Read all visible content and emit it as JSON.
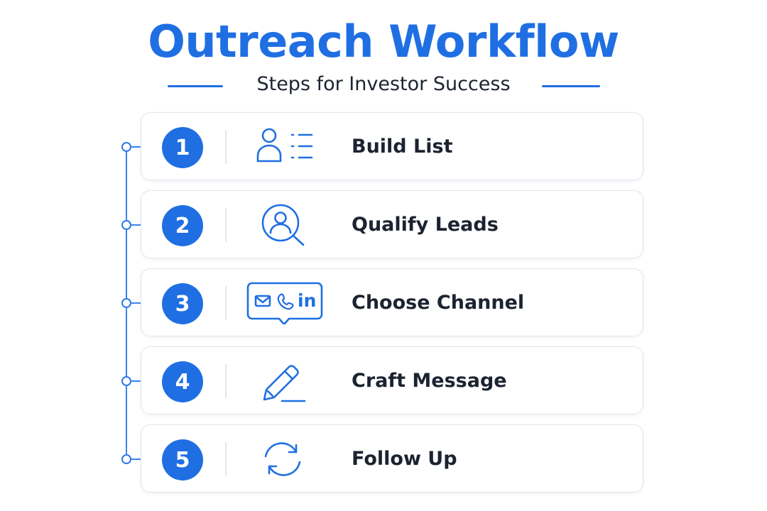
{
  "header": {
    "title": "Outreach Workflow",
    "subtitle": "Steps for Investor Success"
  },
  "accent_color": "#1f6fe3",
  "steps": [
    {
      "number": "1",
      "label": "Build List",
      "icon": "user-list-icon"
    },
    {
      "number": "2",
      "label": "Qualify Leads",
      "icon": "search-user-icon"
    },
    {
      "number": "3",
      "label": "Choose Channel",
      "icon": "channel-icon",
      "icon_text": "in"
    },
    {
      "number": "4",
      "label": "Craft Message",
      "icon": "pencil-icon"
    },
    {
      "number": "5",
      "label": "Follow Up",
      "icon": "refresh-icon"
    }
  ]
}
